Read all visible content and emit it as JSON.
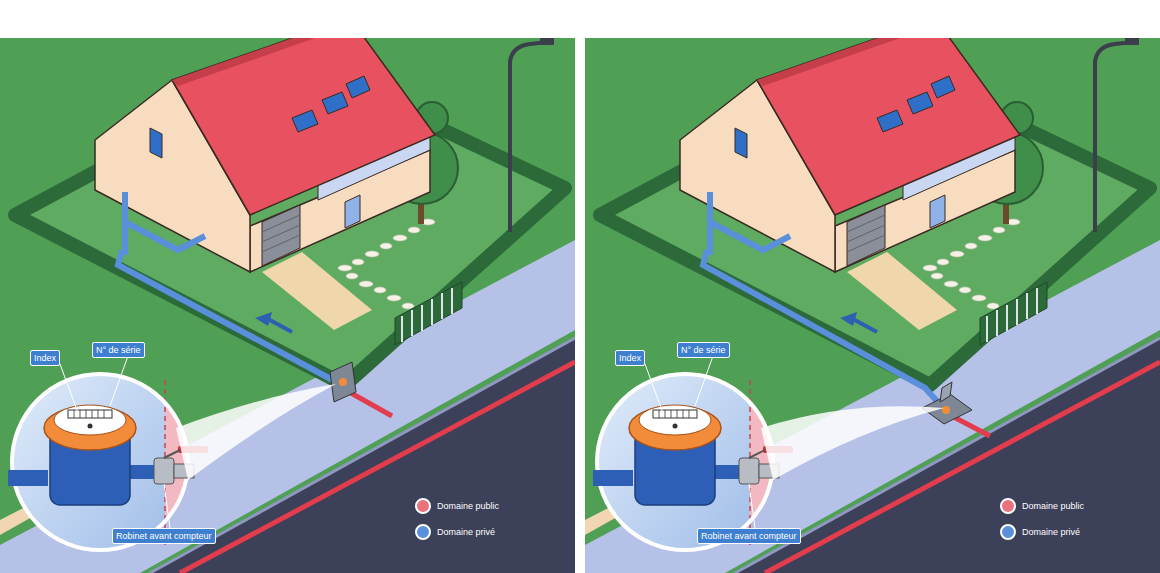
{
  "diagram": {
    "nodes": [
      {
        "text": [
          "Index"
        ]
      },
      {
        "text": [
          "N° de série"
        ]
      },
      {
        "text": [
          "Robinet avant compteur"
        ]
      },
      {
        "text": [
          "Index"
        ]
      },
      {
        "text": [
          "N° de série"
        ]
      },
      {
        "text": [
          "Robinet avant compteur"
        ]
      }
    ],
    "legend": [
      {
        "text": "Domaine public",
        "color": "#e9727d"
      },
      {
        "text": "Domaine privé",
        "color": "#5a8fdc"
      },
      {
        "text": "Domaine public",
        "color": "#e9727d"
      },
      {
        "text": "Domaine privé",
        "color": "#5a8fdc"
      }
    ]
  }
}
